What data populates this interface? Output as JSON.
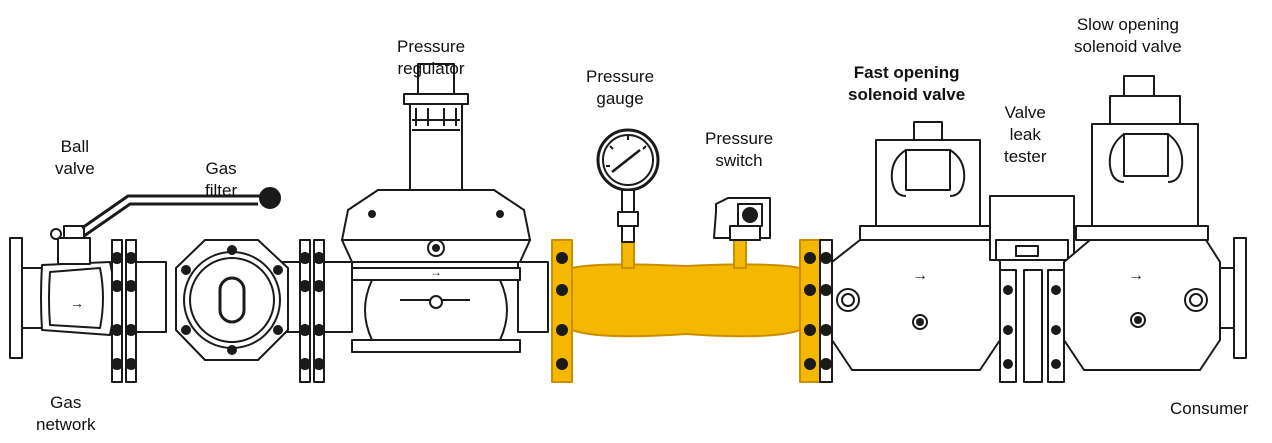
{
  "colors": {
    "line": "#1a1a1a",
    "metal": "#ffffff",
    "highlight": "#f5b800",
    "highlight_dark": "#c98f00"
  },
  "labels": {
    "ball_valve": [
      "Ball",
      "valve"
    ],
    "gas_filter": [
      "Gas",
      "filter"
    ],
    "pressure_regulator": [
      "Pressure",
      "regulator"
    ],
    "pressure_gauge": [
      "Pressure",
      "gauge"
    ],
    "pressure_switch": [
      "Pressure",
      "switch"
    ],
    "fast_solenoid": [
      "Fast opening",
      "solenoid valve"
    ],
    "valve_leak_tester": [
      "Valve",
      "leak",
      "tester"
    ],
    "slow_solenoid": [
      "Slow opening",
      "solenoid valve"
    ],
    "gas_network": [
      "Gas",
      "network"
    ],
    "consumer": [
      "Consumer"
    ]
  },
  "icons": {
    "flow_arrow": "→"
  }
}
